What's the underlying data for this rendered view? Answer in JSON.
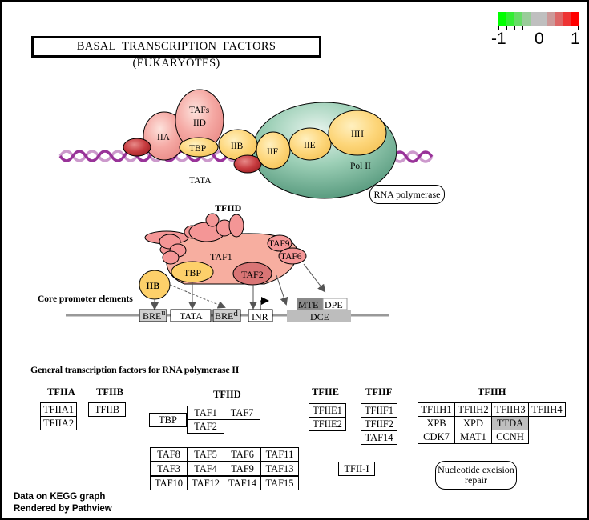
{
  "title": "BASAL TRANSCRIPTION FACTORS (EUKARYOTES)",
  "legend": {
    "colors": [
      "#00ff00",
      "#33ee33",
      "#66dd66",
      "#99cc99",
      "#bfbfbf",
      "#bfbfbf",
      "#cc9999",
      "#dd6666",
      "#ee3333",
      "#ff0000"
    ],
    "labels": [
      "-1",
      "0",
      "1"
    ]
  },
  "top_diagram": {
    "labels": {
      "tafs": "TAFs",
      "iid": "IID",
      "iia": "IIA",
      "tbp": "TBP",
      "iib": "IIB",
      "iif": "IIF",
      "iie": "IIE",
      "iih": "IIH",
      "pol2": "Pol II",
      "tata": "TATA"
    },
    "rna_polymerase_link": "RNA polymerase"
  },
  "tfiid_diagram": {
    "title": "TFIID",
    "labels": {
      "taf1": "TAF1",
      "taf9": "TAF9",
      "taf6": "TAF6",
      "tbp": "TBP",
      "taf2": "TAF2",
      "iib": "IIB"
    },
    "core_promoter_label": "Core promoter elements",
    "elements": {
      "breu": "BRE",
      "breu_sup": "u",
      "tata": "TATA",
      "bred": "BRE",
      "bred_sup": "d",
      "inr": "INR",
      "mte": "MTE",
      "dpe": "DPE",
      "dce": "DCE"
    }
  },
  "gtf_section": {
    "title": "General transcription factors for RNA polymerase II",
    "groups": {
      "tfiia": {
        "title": "TFIIA",
        "nodes": [
          "TFIIA1",
          "TFIIA2"
        ]
      },
      "tfiib": {
        "title": "TFIIB",
        "nodes": [
          "TFIIB"
        ]
      },
      "tfiid": {
        "title": "TFIID",
        "tbp": "TBP",
        "top": [
          "TAF1",
          "TAF7",
          "TAF2"
        ],
        "grid": [
          [
            "TAF8",
            "TAF5",
            "TAF6",
            "TAF11"
          ],
          [
            "TAF3",
            "TAF4",
            "TAF9",
            "TAF13"
          ],
          [
            "TAF10",
            "TAF12",
            "TAF14",
            "TAF15"
          ]
        ]
      },
      "tfiie": {
        "title": "TFIIE",
        "nodes": [
          "TFIIE1",
          "TFIIE2"
        ]
      },
      "tfiif": {
        "title": "TFIIF",
        "nodes": [
          "TFIIF1",
          "TFIIF2",
          "TAF14"
        ]
      },
      "tfii_i": {
        "nodes": [
          "TFII-I"
        ]
      },
      "tfiih": {
        "title": "TFIIH",
        "grid": [
          [
            "TFIIH1",
            "TFIIH2",
            "TFIIH3",
            "TFIIH4"
          ],
          [
            "XPB",
            "XPD",
            "TTDA"
          ],
          [
            "CDK7",
            "MAT1",
            "CCNH"
          ]
        ],
        "highlighted": "TTDA",
        "highlight_color": "#bfbfbf"
      }
    },
    "ner_link": [
      "Nucleotide excision",
      "repair"
    ]
  },
  "footer": {
    "line1": "Data on KEGG graph",
    "line2": "Rendered by Pathview"
  }
}
